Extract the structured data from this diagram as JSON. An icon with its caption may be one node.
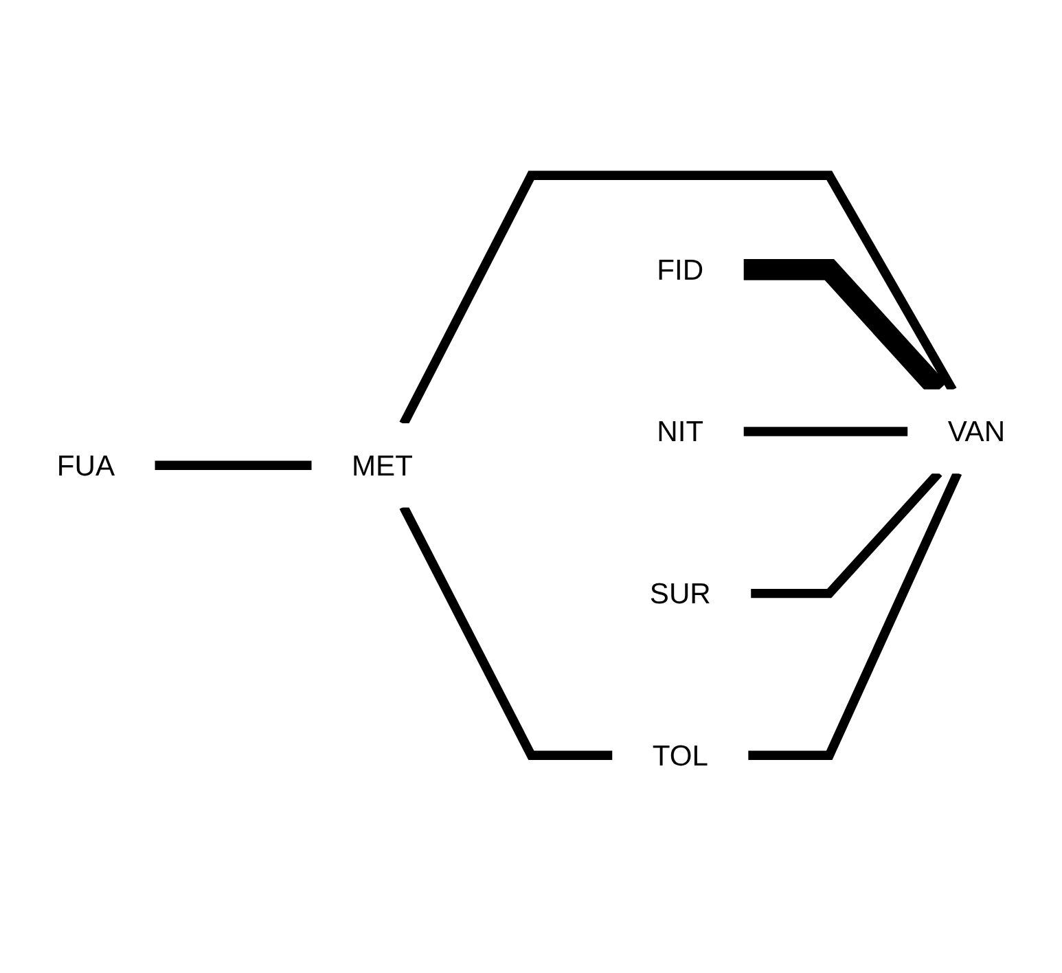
{
  "diagram": {
    "nodes": [
      {
        "text": [
          "FUA"
        ]
      },
      {
        "text": [
          "FID"
        ]
      },
      {
        "text": [
          "MET"
        ]
      },
      {
        "text": [
          "VAN"
        ]
      },
      {
        "text": [
          "NIT"
        ]
      },
      {
        "text": [
          "TOL"
        ]
      },
      {
        "text": [
          "SUR"
        ]
      }
    ],
    "edges": [
      {
        "from": 0,
        "to": 2,
        "arrow": "none"
      },
      {
        "from": 2,
        "to": 3,
        "arrow": "none"
      },
      {
        "from": 2,
        "to": 5,
        "arrow": "none"
      },
      {
        "from": 1,
        "to": 3,
        "arrow": "none",
        "style": "thick"
      },
      {
        "from": 4,
        "to": 3,
        "arrow": "none"
      },
      {
        "from": 6,
        "to": 3,
        "arrow": "none"
      },
      {
        "from": 5,
        "to": 3,
        "arrow": "none"
      }
    ]
  }
}
